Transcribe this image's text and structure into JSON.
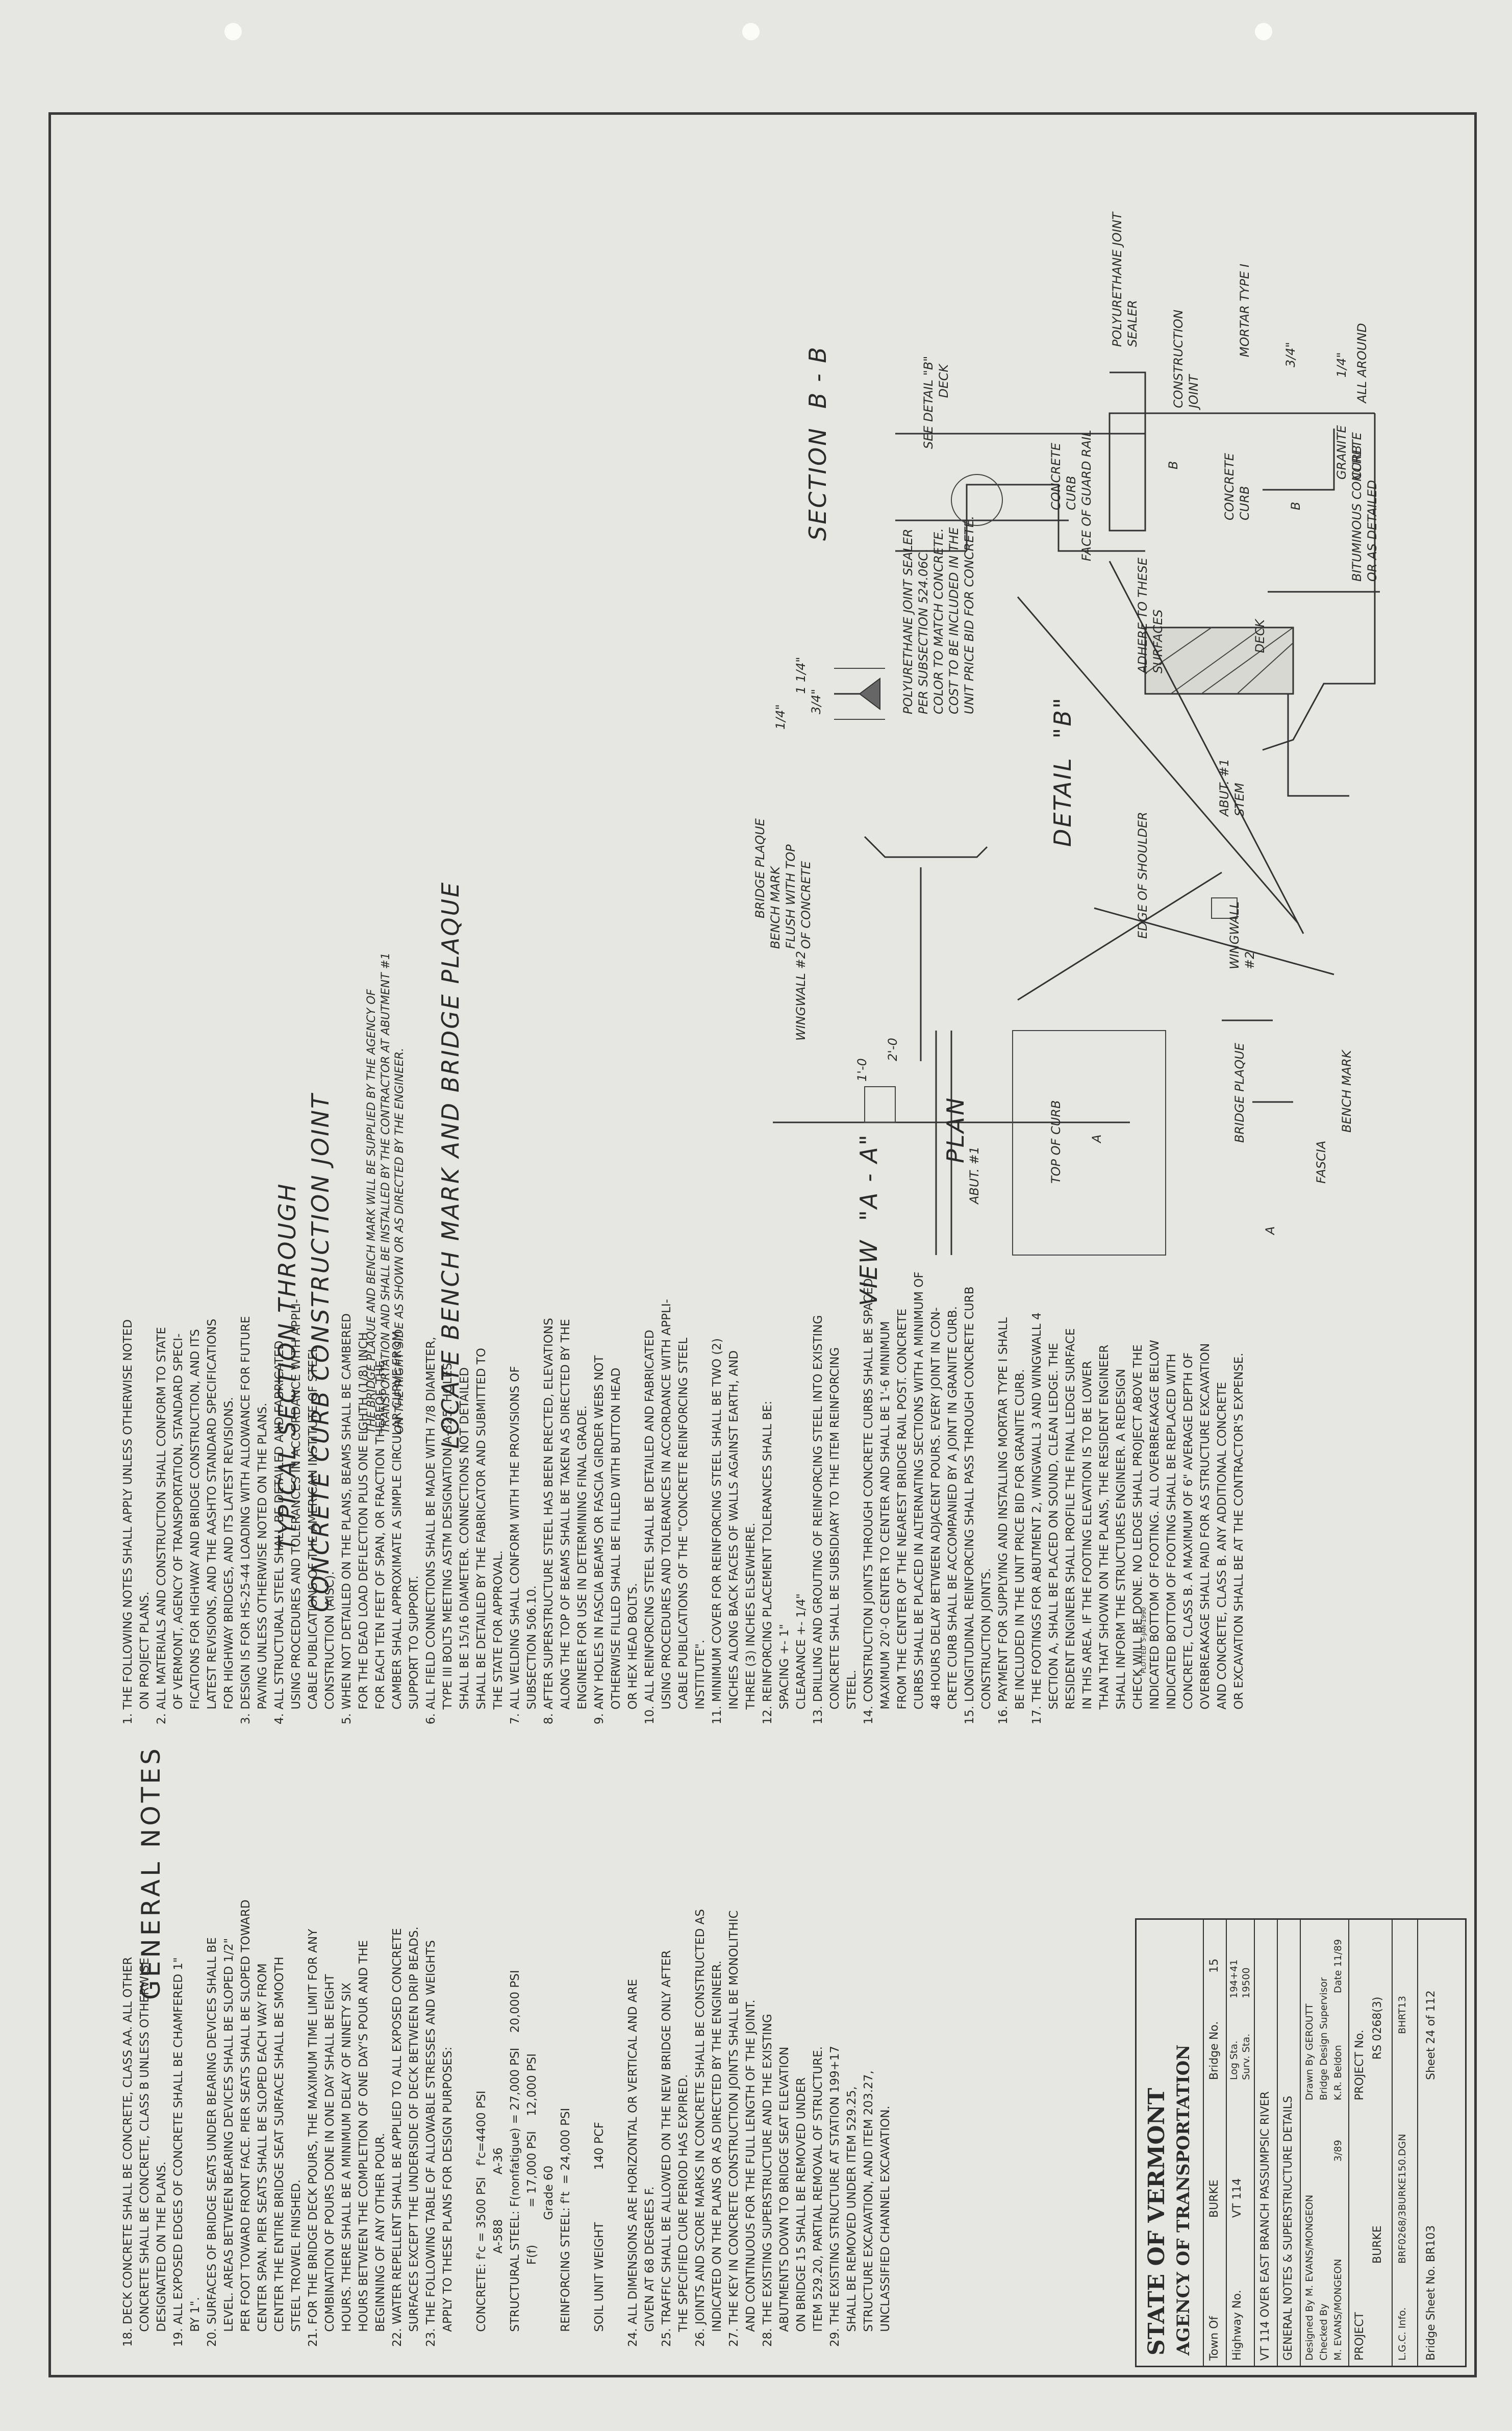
{
  "titles": {
    "section_through": "TYPICAL SECTION THROUGH",
    "section_through_2": "CONCRETE CURB CONSTRUCTION JOINT",
    "section_bb": "SECTION  B - B",
    "detail_b": "DETAIL  \"B\"",
    "plan": "PLAN",
    "view_aa": "VIEW  \"A - A\"",
    "bench_title": "LOCATE BENCH MARK AND BRIDGE PLAQUE",
    "general_notes": "GENERAL NOTES"
  },
  "labels": {
    "polyurethane_joint_sealer": "POLYURETHANE JOINT\nSEALER",
    "mortar_type_1": "MORTAR TYPE I",
    "granite_curb": "GRANITE\nCURB",
    "bituminous": "BITUMINOUS CONCRETE\nOR AS DETAILED",
    "concrete_curb": "CONCRETE\nCURB",
    "deck": "DECK",
    "all_around": "ALL AROUND",
    "quarter_in": "1/4\"",
    "three_quarter_in": "3/4\"",
    "b_mark": "B",
    "construction_joint": "CONSTRUCTION\nJOINT",
    "see_detail_b": "SEE DETAIL \"B\"",
    "poly_sealer_note": "POLYURETHANE JOINT SEALER\nPER SUBSECTION 524.06C.\nCOLOR TO MATCH CONCRETE.\nCOST TO BE INCLUDED IN THE\nUNIT PRICE BID FOR CONCRETE.",
    "adhere_surfaces": "ADHERE TO THESE\nSURFACES",
    "one_quarter_in": "1 1/4\"",
    "face_of_guard_rail": "FACE OF GUARD RAIL",
    "edge_of_shoulder": "EDGE OF SHOULDER",
    "abut_stem": "ABUT. #1\nSTEM",
    "wingwall_2": "WINGWALL\n#2",
    "bench_mark": "BENCH MARK",
    "fascia": "FASCIA",
    "bridge_plaque": "BRIDGE PLAQUE",
    "bench_mark_flush": "BENCH MARK\nFLUSH WITH TOP\nOF CONCRETE",
    "wingwall_2b": "WINGWALL #2",
    "abut_1": "ABUT. #1",
    "top_of_curb": "TOP OF CURB",
    "dim_2_0": "2'-0",
    "dim_1_0": "1'-0",
    "a_mark": "A",
    "bench_note": "THE BRIDGE PLAQUE AND BENCH MARK WILL BE SUPPLIED BY THE AGENCY OF\nTRANSPORTATION AND SHALL BE INSTALLED BY THE CONTRACTOR AT ABUTMENT #1\nON THE RIGHT SIDE AS SHOWN OR AS DIRECTED BY THE ENGINEER."
  },
  "notes_col1": [
    "1. THE FOLLOWING NOTES SHALL APPLY UNLESS OTHERWISE NOTED",
    "    ON PROJECT PLANS.",
    "2. ALL MATERIALS AND CONSTRUCTION SHALL CONFORM TO STATE",
    "    OF VERMONT, AGENCY OF TRANSPORTATION, STANDARD SPECI-",
    "    FICATIONS FOR HIGHWAY AND BRIDGE CONSTRUCTION, AND ITS",
    "    LATEST REVISIONS, AND THE AASHTO STANDARD SPECIFICATIONS",
    "    FOR HIGHWAY BRIDGES, AND ITS LATEST REVISIONS.",
    "3. DESIGN IS FOR HS-25-44 LOADING WITH ALLOWANCE FOR FUTURE",
    "    PAVING UNLESS OTHERWISE NOTED ON THE PLANS.",
    "4. ALL STRUCTURAL STEEL SHALL BE DETAILED AND FABRICATED",
    "    USING PROCEDURES AND TOLERANCES IN ACCORDANCE WITH APPLI-",
    "    CABLE PUBLICATIONS OF THE AMERICAN INSTITUTE OF STEEL",
    "    CONSTRUCTION (AISC).",
    "5. WHEN NOT DETAILED ON THE PLANS, BEAMS SHALL BE CAMBERED",
    "    FOR THE DEAD LOAD DEFLECTION PLUS ONE EIGHTH (1/8) INCH",
    "    FOR EACH TEN FEET OF SPAN, OR FRACTION THEREOF. THE",
    "    CAMBER SHALL APPROXIMATE A SIMPLE CIRCULAR CURVE FROM",
    "    SUPPORT TO SUPPORT.",
    "6. ALL FIELD CONNECTIONS SHALL BE MADE WITH 7/8 DIAMETER,",
    "    TYPE III BOLTS MEETING ASTM DESIGNATION A-325. HOLES",
    "    SHALL BE 15/16 DIAMETER. CONNECTIONS NOT DETAILED",
    "    SHALL BE DETAILED BY THE FABRICATOR AND SUBMITTED TO",
    "    THE STATE FOR APPROVAL.",
    "7. ALL WELDING SHALL CONFORM WITH THE PROVISIONS OF",
    "    SUBSECTION 506.10.",
    "8. AFTER SUPERSTRUCTURE STEEL HAS BEEN ERECTED, ELEVATIONS",
    "    ALONG THE TOP OF BEAMS SHALL BE TAKEN AS DIRECTED BY THE",
    "    ENGINEER FOR USE IN DETERMINING FINAL GRADE.",
    "9. ANY HOLES IN FASCIA BEAMS OR FASCIA GIRDER WEBS NOT",
    "    OTHERWISE FILLED SHALL BE FILLED WITH BUTTON HEAD",
    "    OR HEX HEAD BOLTS.",
    "10. ALL REINFORCING STEEL SHALL BE DETAILED AND FABRICATED",
    "    USING PROCEDURES AND TOLERANCES IN ACCORDANCE WITH APPLI-",
    "    CABLE PUBLICATIONS OF THE \"CONCRETE REINFORCING STEEL",
    "    INSTITUTE\".",
    "11. MINIMUM COVER FOR REINFORCING STEEL SHALL BE TWO (2)",
    "    INCHES ALONG BACK FACES OF WALLS AGAINST EARTH, AND",
    "    THREE (3) INCHES ELSEWHERE.",
    "12. REINFORCING PLACEMENT TOLERANCES SHALL BE:",
    "    SPACING +- 1\"",
    "    CLEARANCE +- 1/4\"",
    "13. DRILLING AND GROUTING OF REINFORCING STEEL INTO EXISTING",
    "    CONCRETE SHALL BE SUBSIDIARY TO THE ITEM REINFORCING",
    "    STEEL.",
    "14. CONSTRUCTION JOINTS THROUGH CONCRETE CURBS SHALL BE SPACED",
    "    MAXIMUM 20'-0 CENTER TO CENTER AND SHALL BE 1'-6 MINIMUM",
    "    FROM THE CENTER OF THE NEAREST BRIDGE RAIL POST. CONCRETE",
    "    CURBS SHALL BE PLACED IN ALTERNATING SECTIONS WITH A MINIMUM OF",
    "    48 HOURS DELAY BETWEEN ADJACENT POURS. EVERY JOINT IN CON-",
    "    CRETE CURB SHALL BE ACCOMPANIED BY A JOINT IN GRANITE CURB.",
    "15. LONGITUDINAL REINFORCING SHALL PASS THROUGH CONCRETE CURB",
    "    CONSTRUCTION JOINTS.",
    "16. PAYMENT FOR SUPPLYING AND INSTALLING MORTAR TYPE I SHALL",
    "    BE INCLUDED IN THE UNIT PRICE BID FOR GRANITE CURB.",
    "17. THE FOOTINGS FOR ABUTMENT 2, WINGWALL 3 AND WINGWALL 4",
    "    SECTION A, SHALL BE PLACED ON SOUND, CLEAN LEDGE. THE",
    "    RESIDENT ENGINEER SHALL PROFILE THE FINAL LEDGE SURFACE",
    "    IN THIS AREA. IF THE FOOTING ELEVATION IS TO BE LOWER",
    "    THAN THAT SHOWN ON THE PLANS, THE RESIDENT ENGINEER",
    "    SHALL INFORM THE STRUCTURES ENGINEER. A REDESIGN",
    "    CHECK WILL BE DONE. NO LEDGE SHALL PROJECT ABOVE THE",
    "    INDICATED BOTTOM OF FOOTING. ALL OVERBREAKAGE BELOW",
    "    INDICATED BOTTOM OF FOOTING SHALL BE REPLACED WITH",
    "    CONCRETE, CLASS B. A MAXIMUM OF 6\" AVERAGE DEPTH OF",
    "    OVERBREAKAGE SHALL PAID FOR AS STRUCTURE EXCAVATION",
    "    AND CONCRETE, CLASS B. ANY ADDITIONAL CONCRETE",
    "    OR EXCAVATION SHALL BE AT THE CONTRACTOR'S EXPENSE."
  ],
  "notes_col2": [
    "18. DECK CONCRETE SHALL BE CONCRETE, CLASS AA. ALL OTHER",
    "    CONCRETE SHALL BE CONCRETE, CLASS B UNLESS OTHERWISE",
    "    DESIGNATED ON THE PLANS.",
    "19. ALL EXPOSED EDGES OF CONCRETE SHALL BE CHAMFERED 1\"",
    "    BY 1\".",
    "20. SURFACES OF BRIDGE SEATS UNDER BEARING DEVICES SHALL BE",
    "    LEVEL. AREAS BETWEEN BEARING DEVICES SHALL BE SLOPED 1/2\"",
    "    PER FOOT TOWARD FRONT FACE. PIER SEATS SHALL BE SLOPED TOWARD",
    "    CENTER SPAN. PIER SEATS SHALL BE SLOPED EACH WAY FROM",
    "    CENTER THE ENTIRE BRIDGE SEAT SURFACE SHALL BE SMOOTH",
    "    STEEL TROWEL FINISHED.",
    "21. FOR THE BRIDGE DECK POURS, THE MAXIMUM TIME LIMIT FOR ANY",
    "    COMBINATION OF POURS DONE IN ONE DAY SHALL BE EIGHT",
    "    HOURS. THERE SHALL BE A MINIMUM DELAY OF NINETY SIX",
    "    HOURS BETWEEN THE COMPLETION OF ONE DAY'S POUR AND THE",
    "    BEGINNING OF ANY OTHER POUR.",
    "22. WATER REPELLENT SHALL BE APPLIED TO ALL EXPOSED CONCRETE",
    "    SURFACES EXCEPT THE UNDERSIDE OF DECK BETWEEN DRIP BEADS.",
    "23. THE FOLLOWING TABLE OF ALLOWABLE STRESSES AND WEIGHTS",
    "    APPLY TO THESE PLANS FOR DESIGN PURPOSES:",
    "",
    "    CONCRETE: f'c = 3500 PSI   f'c=4400 PSI",
    "                         A-588            A-36",
    "    STRUCTURAL STEEL: F(nonfatigue) = 27,000 PSI    20,000 PSI",
    "                      F(f)          = 17,000 PSI    12,000 PSI",
    "                                  Grade 60",
    "    REINFORCING STEEL: f't  = 24,000 PSI",
    "",
    "    SOIL UNIT WEIGHT              140 PCF",
    "",
    "24. ALL DIMENSIONS ARE HORIZONTAL OR VERTICAL AND ARE",
    "    GIVEN AT 68 DEGREES F.",
    "25. TRAFFIC SHALL BE ALLOWED ON THE NEW BRIDGE ONLY AFTER",
    "    THE SPECIFIED CURE PERIOD HAS EXPIRED.",
    "26. JOINTS AND SCORE MARKS IN CONCRETE SHALL BE CONSTRUCTED AS",
    "    INDICATED ON THE PLANS OR AS DIRECTED BY THE ENGINEER.",
    "27. THE KEY IN CONCRETE CONSTRUCTION JOINTS SHALL BE MONOLITHIC",
    "    AND CONTINUOUS FOR THE FULL LENGTH OF THE JOINT.",
    "28. THE EXISTING SUPERSTRUCTURE AND THE EXISTING",
    "    ABUTMENTS DOWN TO BRIDGE SEAT ELEVATION",
    "    ON BRIDGE 15 SHALL BE REMOVED UNDER",
    "    ITEM 529.20, PARTIAL REMOVAL OF STRUCTURE.",
    "29. THE EXISTING STRUCTURE AT STATION 199+17",
    "    SHALL BE REMOVED UNDER ITEM 529.25,",
    "    STRUCTURE EXCAVATION, AND ITEM 203.27,",
    "    UNCLASSIFIED CHANNEL EXCAVATION."
  ],
  "title_block": {
    "state": "STATE OF VERMONT",
    "agency": "AGENCY OF TRANSPORTATION",
    "town_of_label": "Town Of",
    "town_of": "BURKE",
    "bridge_no_label": "Bridge No.",
    "bridge_no": "15",
    "highway_label": "Highway No.",
    "highway": "VT 114",
    "log_sta_label": "Log Sta.",
    "log_sta": "194+41",
    "surv_sta_label": "Surv. Sta.",
    "surv_sta": "19500",
    "description": "VT 114 OVER EAST BRANCH PASSUMPSIC RIVER",
    "sheet_title": "GENERAL NOTES & SUPERSTRUCTURE DETAILS",
    "designed_by": "Designed By M. EVANS/MONGEON",
    "drawn_by": "Drawn By GEROUTT",
    "checked_by": "Checked By",
    "checked_name": "M. EVANS/MONGEON",
    "date": "3/89",
    "supervisor_label": "Bridge Design Supervisor",
    "supervisor": "K.R. Beldon",
    "supervisor_date": "Date 11/89",
    "project_label": "PROJECT",
    "project": "BURKE",
    "project_no_label": "PROJECT No.",
    "project_no": "RS 0268(3)",
    "lgc_label": "L.G.C. Info.",
    "lgc": "BRF0268/3BURKE150.DGN",
    "project_code": "BHRT13",
    "bridge_sheet": "Bridge Sheet No. BR103",
    "sheet_of": "Sheet 24 of 112"
  },
  "plot_stamp": "PLOTTED  5-JAN-1990"
}
